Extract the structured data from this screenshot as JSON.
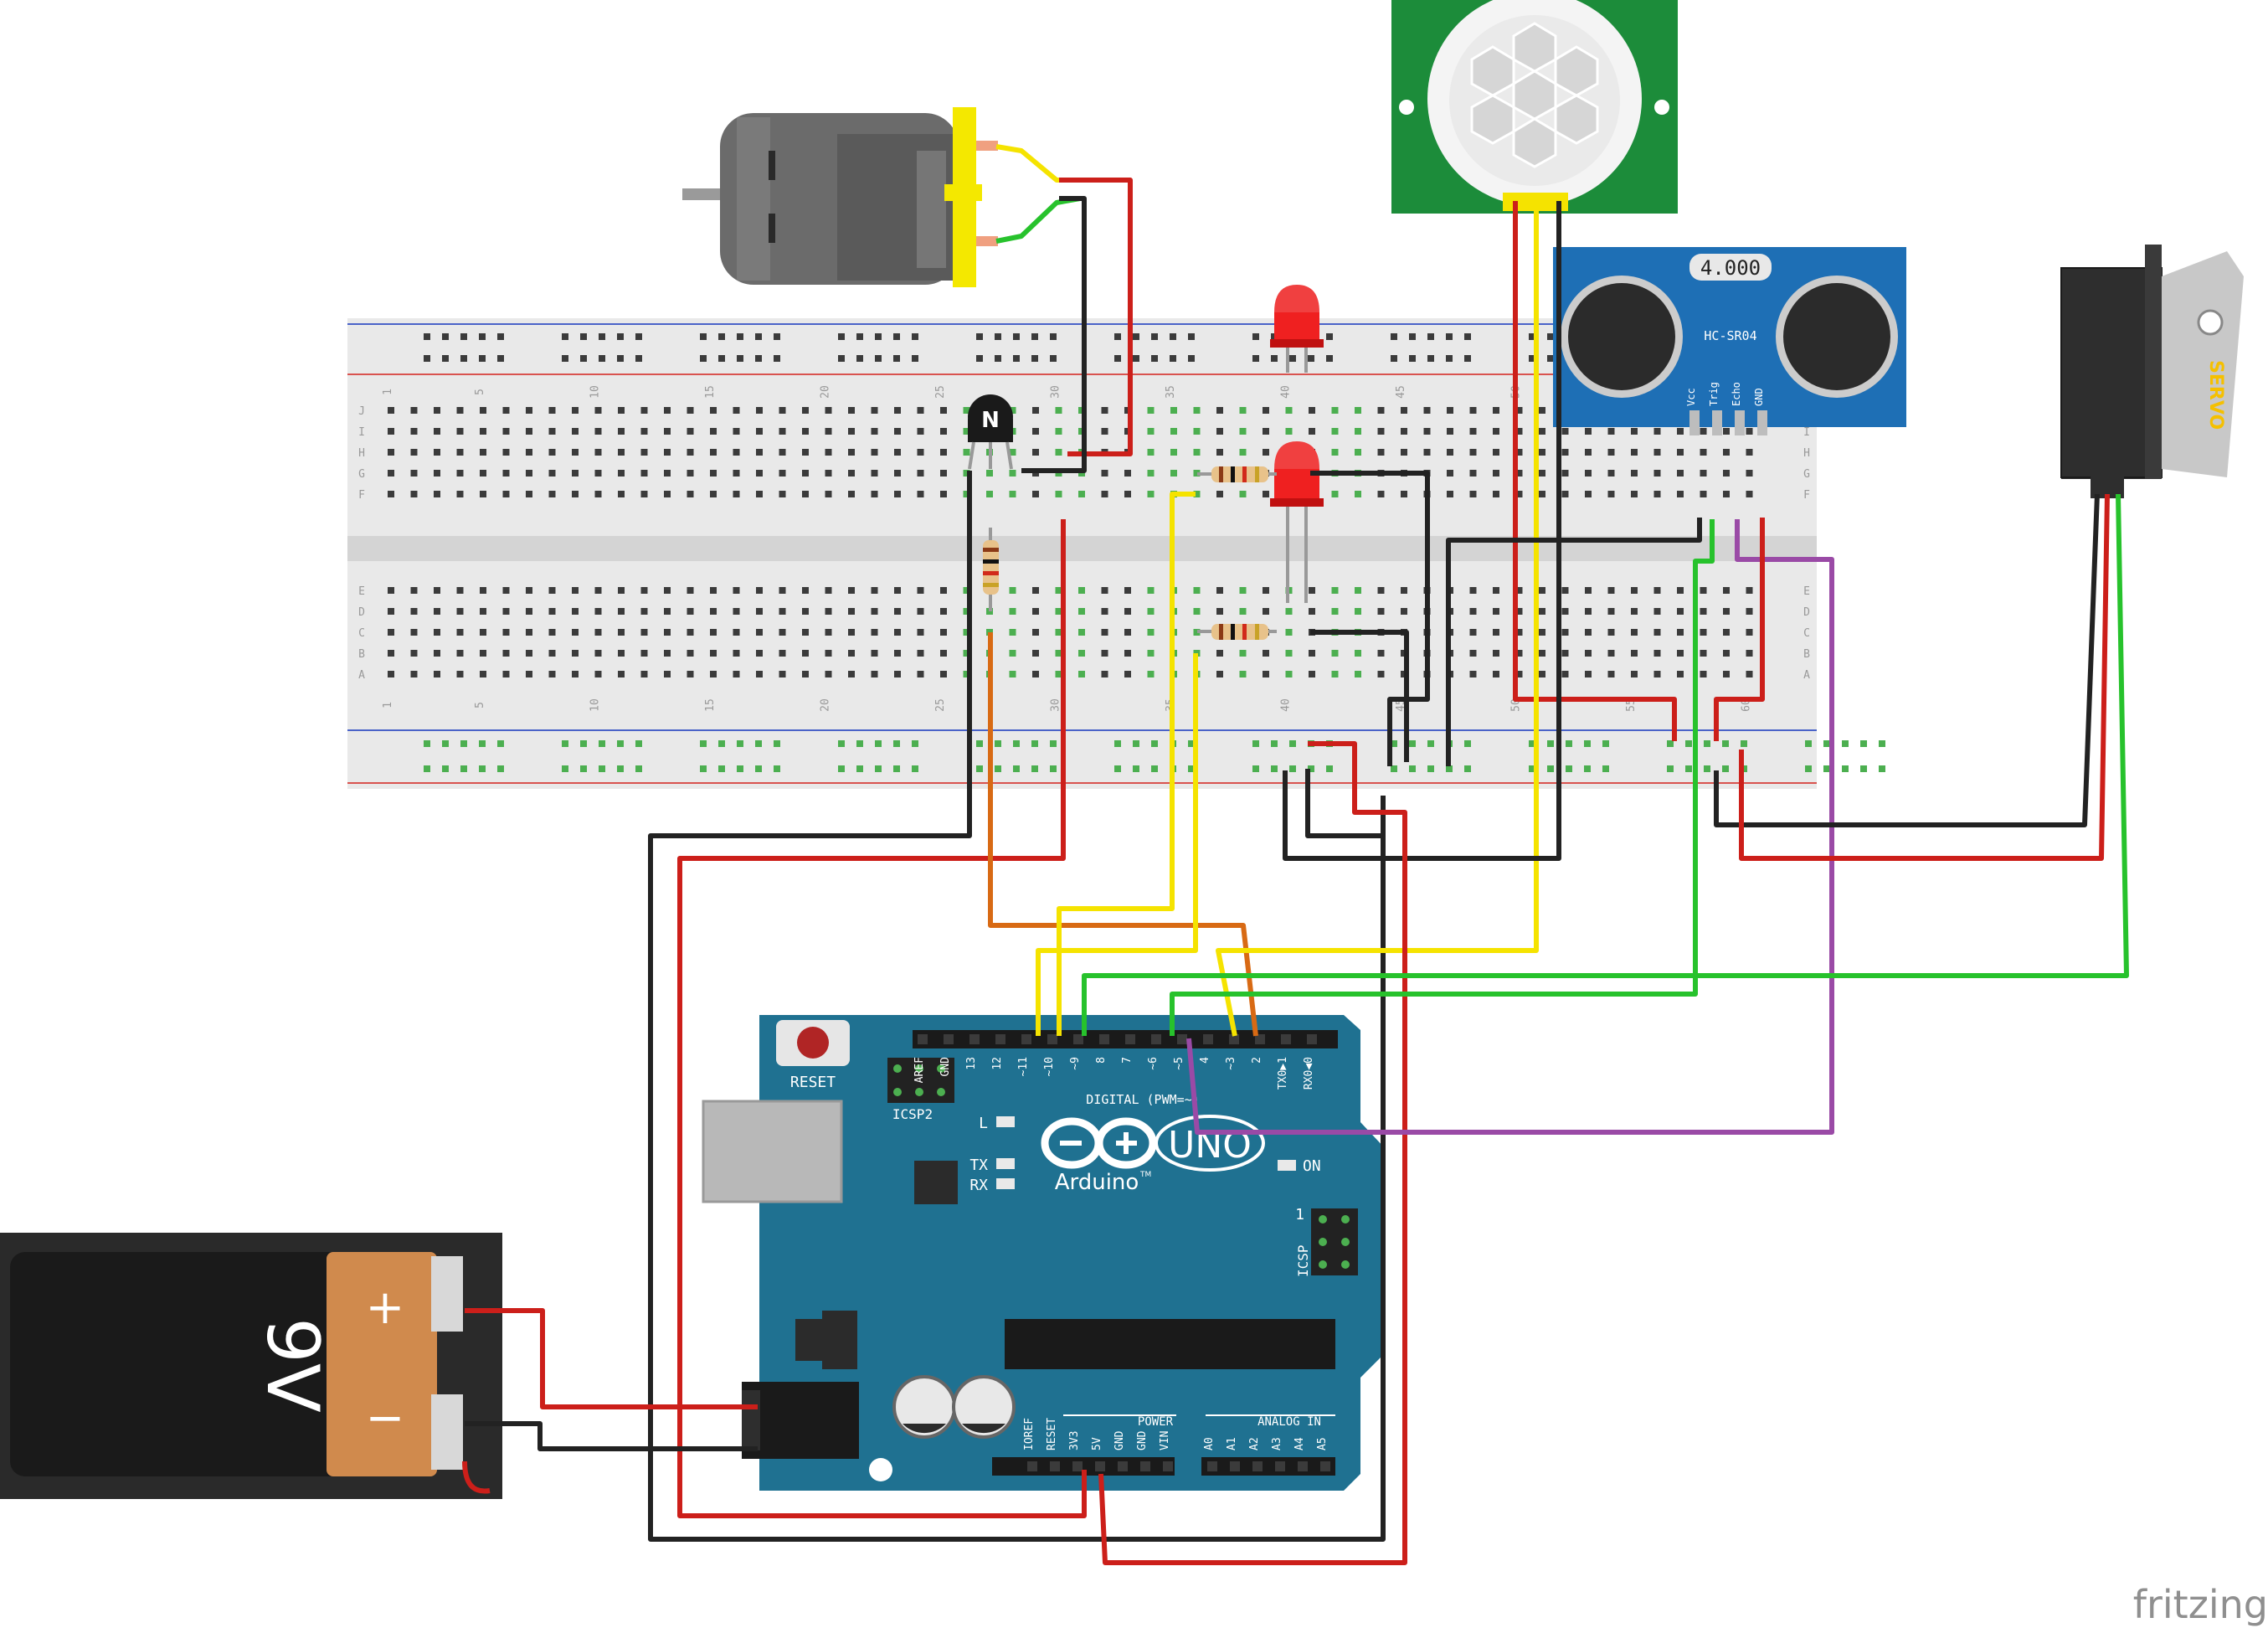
{
  "watermark": "fritzing",
  "breadcolors": {
    "board": "#e9e9e9",
    "hole": "#3b3b3b",
    "green_hole": "#4caf50",
    "rail_red": "#d9534f",
    "rail_blue": "#4a63c8"
  },
  "breadboard": {
    "column_labels": [
      "1",
      "5",
      "10",
      "15",
      "20",
      "25",
      "30",
      "35",
      "40",
      "45",
      "50",
      "55",
      "60"
    ],
    "row_labels_top": [
      "J",
      "I",
      "H",
      "G",
      "F"
    ],
    "row_labels_bottom": [
      "E",
      "D",
      "C",
      "B",
      "A"
    ]
  },
  "arduino": {
    "reset_label": "RESET",
    "icsp2_label": "ICSP2",
    "icsp_label": "ICSP",
    "icsp_one": "1",
    "brand": "Arduino",
    "tm": "TM",
    "model": "UNO",
    "digital_label": "DIGITAL (PWM=~)",
    "power_label": "POWER",
    "analog_label": "ANALOG IN",
    "on_label": "ON",
    "l_label": "L",
    "tx_label": "TX",
    "rx_label": "RX",
    "digital_pins": [
      "AREF",
      "GND",
      "13",
      "12",
      "~11",
      "~10",
      "~9",
      "8",
      "7",
      "~6",
      "~5",
      "4",
      "~3",
      "2",
      "TX0▶1",
      "RX0◀0"
    ],
    "power_pins": [
      "IOREF",
      "RESET",
      "3V3",
      "5V",
      "GND",
      "GND",
      "VIN"
    ],
    "analog_pins": [
      "A0",
      "A1",
      "A2",
      "A3",
      "A4",
      "A5"
    ]
  },
  "battery": {
    "label": "9V",
    "plus": "+",
    "minus": "−"
  },
  "ultrasonic": {
    "model": "HC-SR04",
    "display": "4.000",
    "pins": [
      "Vcc",
      "Trig",
      "Echo",
      "GND"
    ]
  },
  "servo": {
    "label": "SERVO"
  },
  "transistor": {
    "label": "N"
  },
  "colors": {
    "wire_red": "#cc1f1a",
    "wire_black": "#222222",
    "wire_yellow": "#f5e300",
    "wire_green": "#27c22c",
    "wire_orange": "#d86a14",
    "wire_purple": "#9a4aa6",
    "arduino_blue": "#1f7191",
    "pcb_green": "#1c8c3a",
    "sensor_blue": "#1e6fb5"
  }
}
